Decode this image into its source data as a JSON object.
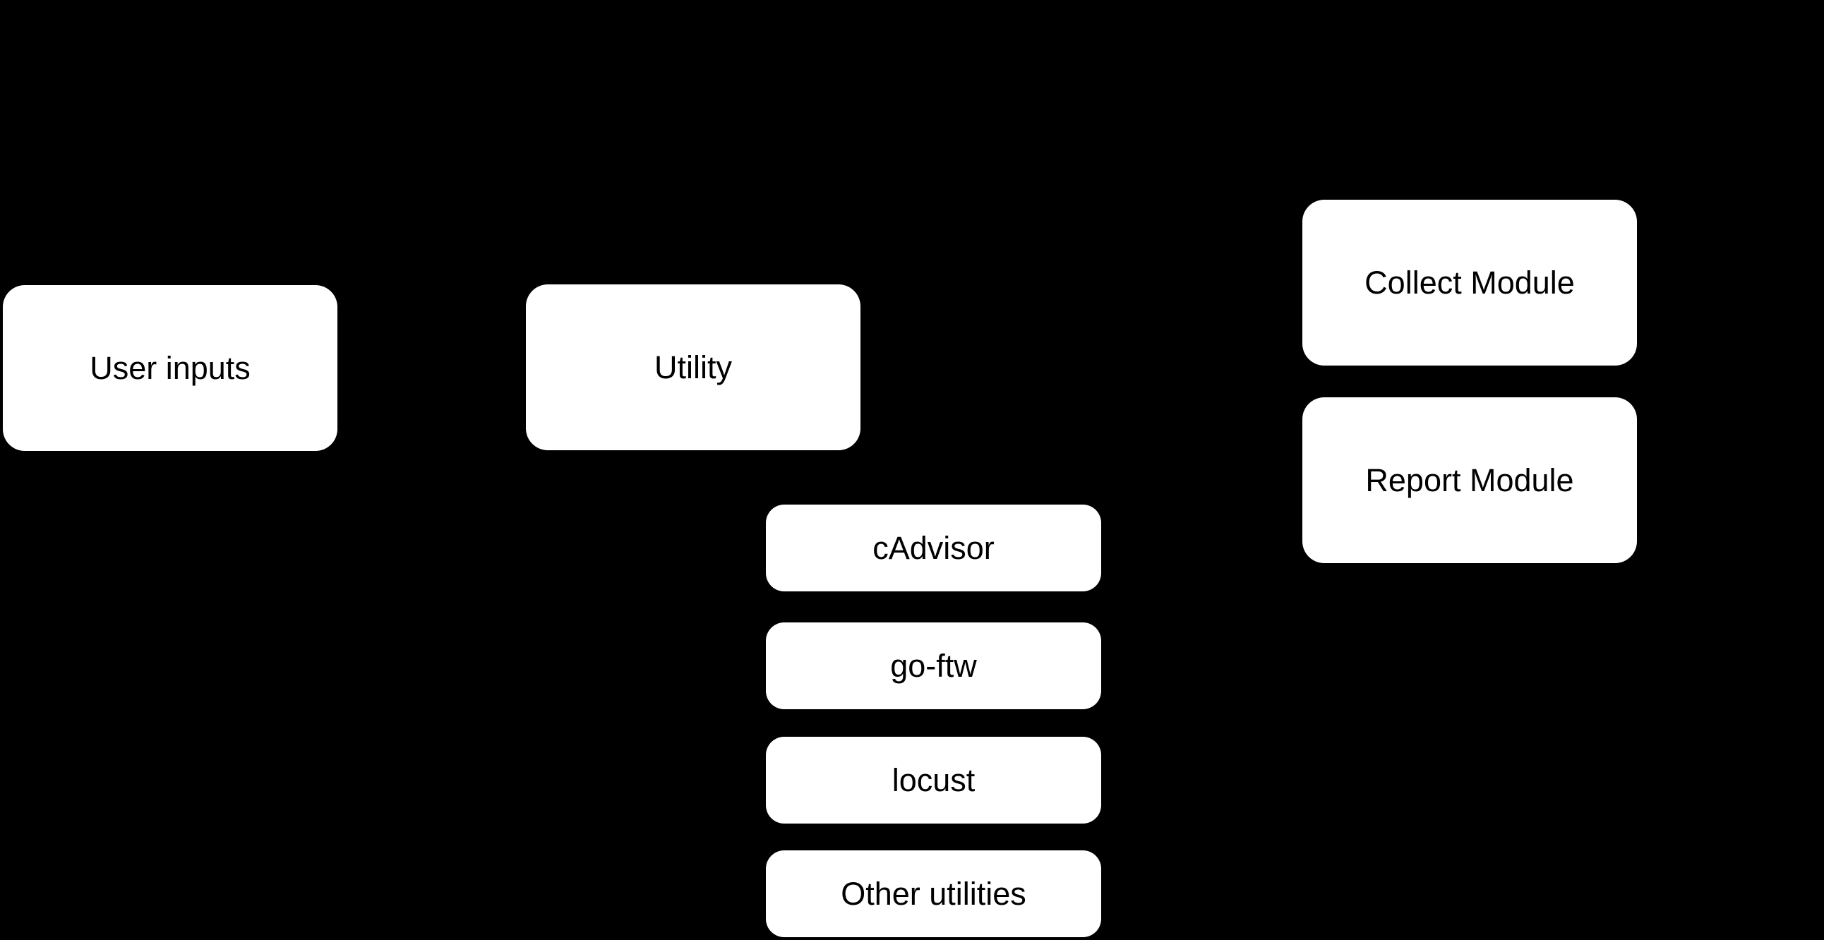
{
  "canvas": {
    "background_color": "#000000"
  },
  "node_style": {
    "fill_color": "#ffffff",
    "text_color": "#000000"
  },
  "diagram": {
    "nodes": [
      {
        "id": "user-inputs",
        "label": "User inputs"
      },
      {
        "id": "utility",
        "label": "Utility"
      },
      {
        "id": "collect-module",
        "label": "Collect Module"
      },
      {
        "id": "report-module",
        "label": "Report Module"
      },
      {
        "id": "cadvisor",
        "label": "cAdvisor"
      },
      {
        "id": "go-ftw",
        "label": "go-ftw"
      },
      {
        "id": "locust",
        "label": "locust"
      },
      {
        "id": "other-utilities",
        "label": "Other utilities"
      }
    ]
  }
}
